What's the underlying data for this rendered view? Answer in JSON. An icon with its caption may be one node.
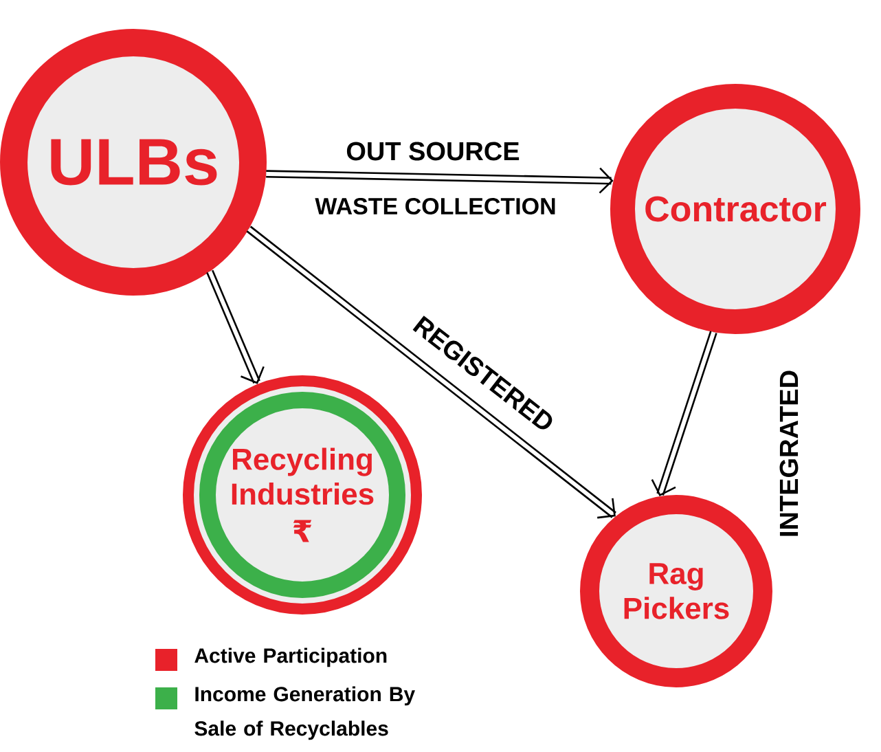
{
  "diagram": {
    "nodes": [
      {
        "text": [
          "ULBs"
        ]
      },
      {
        "text": [
          "Contractor"
        ]
      },
      {
        "text": [
          "Recycling Industries",
          "₹"
        ]
      },
      {
        "text": [
          "Rag Pickers"
        ]
      }
    ],
    "edges": [
      {
        "from": 0,
        "to": 1,
        "arrow": "to",
        "label": "OUT SOURCE"
      },
      {
        "from": 0,
        "to": 2,
        "arrow": "to"
      },
      {
        "from": 0,
        "to": 3,
        "arrow": "to",
        "label": "REGISTERED"
      },
      {
        "from": 1,
        "to": 3,
        "arrow": "to",
        "label": "INTEGRATED"
      }
    ],
    "labels": [
      "WASTE COLLECTION"
    ],
    "legend": [
      {
        "text": "Active Participation",
        "color": "#e8222a"
      },
      {
        "text": "Income Generation By Sale of Recyclables",
        "color": "#3cb04a"
      }
    ]
  }
}
